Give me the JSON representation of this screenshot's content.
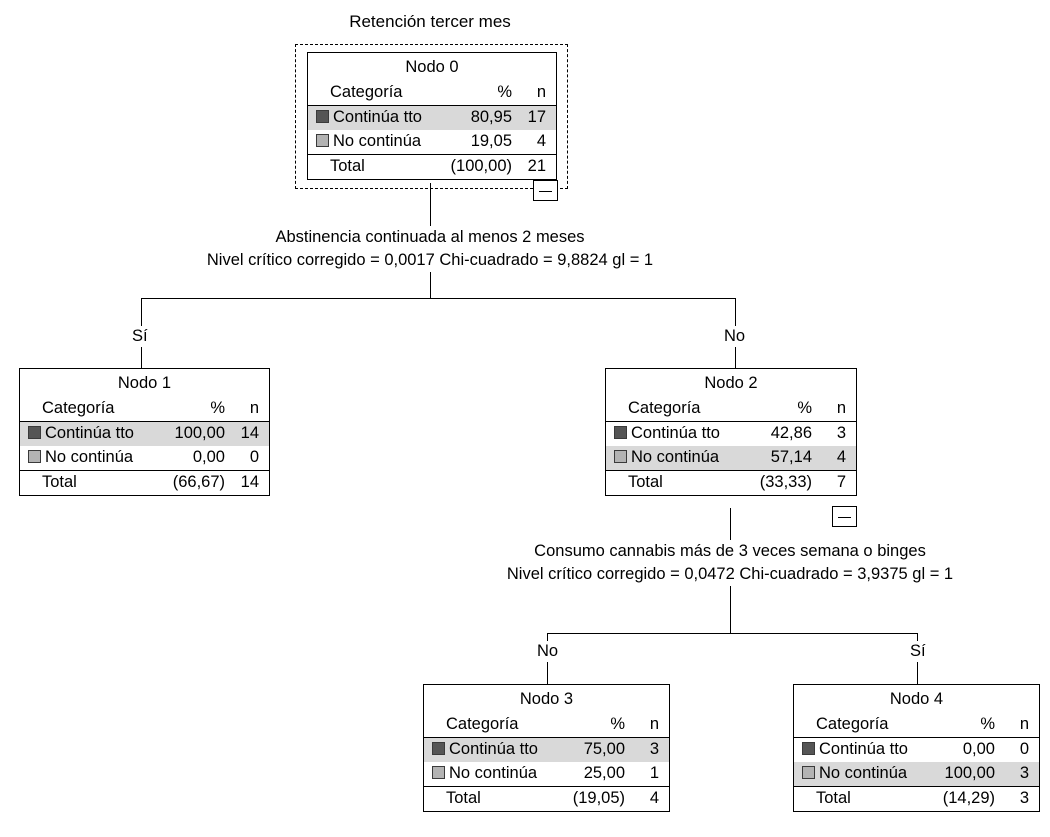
{
  "diagram": {
    "title": "Retención tercer mes",
    "type": "decision-tree",
    "columns": {
      "category": "Categoría",
      "percent": "%",
      "count": "n",
      "total": "Total"
    },
    "legend": [
      {
        "label": "Continúa tto",
        "color": "#555555"
      },
      {
        "label": "No continúa",
        "color": "#b3b3b3"
      }
    ]
  },
  "nodes": {
    "node0": {
      "title": "Nodo 0",
      "selected": true,
      "collapse_label": "−",
      "rows": [
        {
          "label": "Continúa tto",
          "pct": "80,95",
          "n": "17",
          "highlight": true,
          "swatch": "dark"
        },
        {
          "label": "No continúa",
          "pct": "19,05",
          "n": "4",
          "highlight": false,
          "swatch": "light"
        }
      ],
      "total": {
        "label": "Total",
        "pct": "(100,00)",
        "n": "21"
      }
    },
    "node1": {
      "title": "Nodo 1",
      "rows": [
        {
          "label": "Continúa tto",
          "pct": "100,00",
          "n": "14",
          "highlight": true,
          "swatch": "dark"
        },
        {
          "label": "No continúa",
          "pct": "0,00",
          "n": "0",
          "highlight": false,
          "swatch": "light"
        }
      ],
      "total": {
        "label": "Total",
        "pct": "(66,67)",
        "n": "14"
      }
    },
    "node2": {
      "title": "Nodo 2",
      "collapse_label": "−",
      "rows": [
        {
          "label": "Continúa tto",
          "pct": "42,86",
          "n": "3",
          "highlight": false,
          "swatch": "dark"
        },
        {
          "label": "No continúa",
          "pct": "57,14",
          "n": "4",
          "highlight": true,
          "swatch": "light"
        }
      ],
      "total": {
        "label": "Total",
        "pct": "(33,33)",
        "n": "7"
      }
    },
    "node3": {
      "title": "Nodo 3",
      "rows": [
        {
          "label": "Continúa tto",
          "pct": "75,00",
          "n": "3",
          "highlight": true,
          "swatch": "dark"
        },
        {
          "label": "No continúa",
          "pct": "25,00",
          "n": "1",
          "highlight": false,
          "swatch": "light"
        }
      ],
      "total": {
        "label": "Total",
        "pct": "(19,05)",
        "n": "4"
      }
    },
    "node4": {
      "title": "Nodo 4",
      "rows": [
        {
          "label": "Continúa tto",
          "pct": "0,00",
          "n": "0",
          "highlight": false,
          "swatch": "dark"
        },
        {
          "label": "No continúa",
          "pct": "100,00",
          "n": "3",
          "highlight": true,
          "swatch": "light"
        }
      ],
      "total": {
        "label": "Total",
        "pct": "(14,29)",
        "n": "3"
      }
    }
  },
  "splits": {
    "split1": {
      "variable": "Abstinencia continuada al menos 2 meses",
      "stats": "Nivel crítico corregido = 0,0017   Chi-cuadrado = 9,8824   gl = 1",
      "branches": [
        {
          "label": "Sí"
        },
        {
          "label": "No"
        }
      ]
    },
    "split2": {
      "variable": "Consumo cannabis más de 3 veces semana o binges",
      "stats": "Nivel crítico corregido = 0,0472   Chi-cuadrado = 3,9375   gl = 1",
      "branches": [
        {
          "label": "No"
        },
        {
          "label": "Sí"
        }
      ]
    }
  }
}
